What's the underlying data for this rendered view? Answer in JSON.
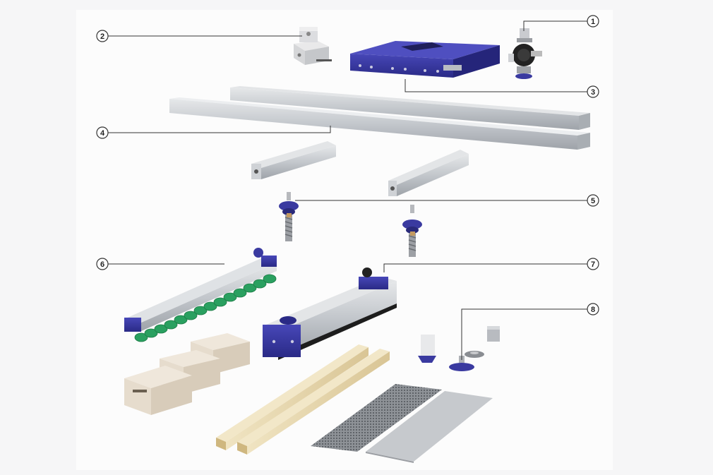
{
  "callouts": [
    {
      "id": "1",
      "label": "1"
    },
    {
      "id": "2",
      "label": "2"
    },
    {
      "id": "3",
      "label": "3"
    },
    {
      "id": "4",
      "label": "4"
    },
    {
      "id": "5",
      "label": "5"
    },
    {
      "id": "6",
      "label": "6"
    },
    {
      "id": "7",
      "label": "7"
    },
    {
      "id": "8",
      "label": "8"
    }
  ],
  "colors": {
    "background": "#f6f6f7",
    "blue": "#3a3aa0",
    "aluminium": "#c7cbd0",
    "green_cup": "#2aa060",
    "cardboard": "#e3d9cb",
    "wood": "#e8d9b0",
    "callout_line": "#333333"
  }
}
